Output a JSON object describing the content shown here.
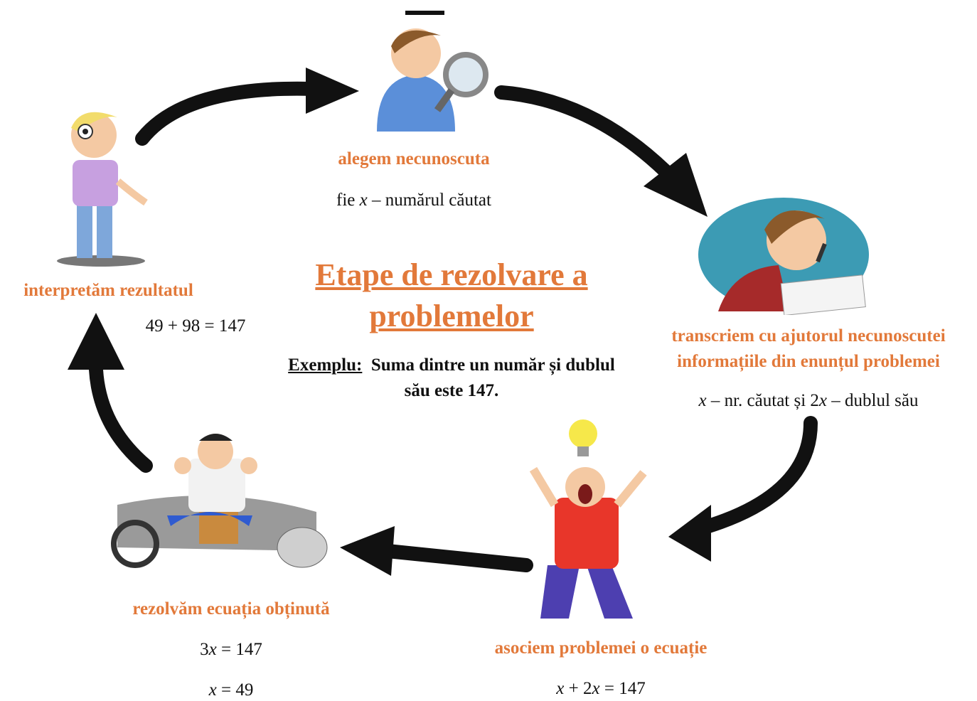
{
  "title": "Etape de rezolvare a problemelor",
  "example": {
    "label": "Exemplu:",
    "text": "Suma dintre un număr și dublul său este 147."
  },
  "steps": {
    "choose": {
      "title": "alegem necunoscuta",
      "formula_prefix": "fie ",
      "formula_var": "x",
      "formula_rest": " – numărul căutat"
    },
    "transcribe": {
      "title_line1": "transcriem cu ajutorul necunoscutei",
      "title_line2": "informațiile din enunțul problemei",
      "f_x1": "x",
      "f_t1": " – nr. căutat și 2",
      "f_x2": "x",
      "f_t2": " – dublul său"
    },
    "associate": {
      "title": "asociem problemei o ecuație",
      "f_x1": "x",
      "f_t1": " + 2",
      "f_x2": "x",
      "f_t2": " = 147"
    },
    "solve": {
      "title": "rezolvăm ecuația obținută",
      "line1_pre": "3",
      "line1_var": "x",
      "line1_post": " = 147",
      "line2_var": "x",
      "line2_post": " = 49"
    },
    "interpret": {
      "title": "interpretăm rezultatul",
      "formula": "49 + 98 = 147"
    }
  },
  "colors": {
    "accent": "#E2793A",
    "arrow": "#111111"
  }
}
